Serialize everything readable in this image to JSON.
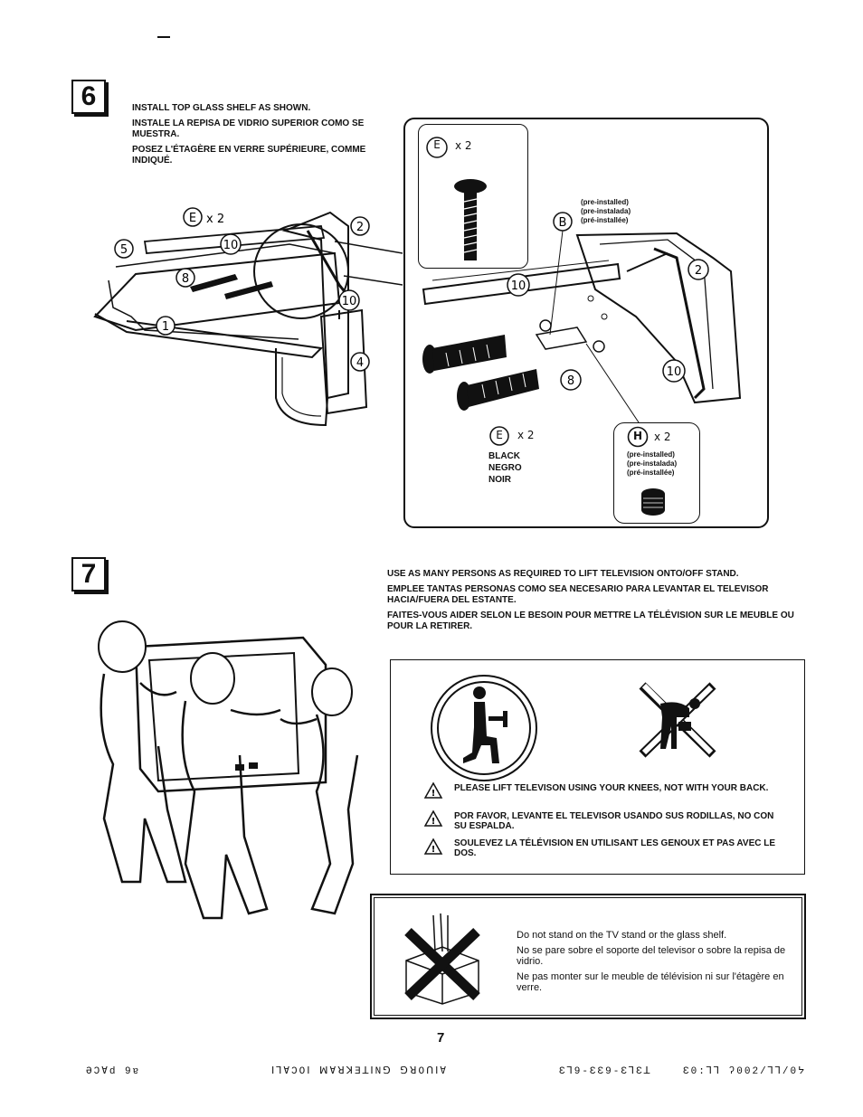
{
  "step6": {
    "number": "6",
    "instructions": [
      "INSTALL TOP GLASS SHELF AS SHOWN.",
      "INSTALE LA REPISA DE VIDRIO SUPERIOR COMO SE MUESTRA.",
      "POSEZ L'ÉTAGÈRE EN VERRE SUPÉRIEURE, COMME INDIQUÉ."
    ],
    "left_diagram": {
      "hardware_label": "x 2",
      "hardware_letter": "E",
      "callouts": [
        "1",
        "2",
        "4",
        "5",
        "8",
        "10",
        "10"
      ]
    },
    "detail": {
      "top_hw_letter": "E",
      "top_hw_count": "x 2",
      "preinstalled": [
        "(pre-installed)",
        "(pre-instalada)",
        "(pré-installée)"
      ],
      "b_letter": "B",
      "callouts": [
        "10",
        "2",
        "10",
        "8"
      ],
      "bottom_hw_letter": "E",
      "bottom_hw_count": "x 2",
      "color_labels": [
        "BLACK",
        "NEGRO",
        "NOIR"
      ],
      "h_letter": "H",
      "h_count": "x 2",
      "h_preinstalled": [
        "(pre-installed)",
        "(pre-instalada)",
        "(pré-installée)"
      ]
    }
  },
  "step7": {
    "number": "7",
    "instructions": [
      "USE AS MANY PERSONS AS REQUIRED TO LIFT TELEVISION ONTO/OFF STAND.",
      "EMPLEE TANTAS PERSONAS COMO SEA NECESARIO PARA LEVANTAR EL TELEVISOR HACIA/FUERA DEL ESTANTE.",
      "FAITES-VOUS AIDER SELON LE BESOIN POUR METTRE LA TÉLÉVISION SUR LE MEUBLE OU POUR LA RETIRER."
    ],
    "warnings": [
      "PLEASE LIFT TELEVISON USING YOUR KNEES, NOT WITH YOUR BACK.",
      "POR FAVOR, LEVANTE EL TELEVISOR USANDO SUS RODILLAS, NO CON SU ESPALDA.",
      "SOULEVEZ LA TÉLÉVISION EN UTILISANT LES GENOUX ET PAS AVEC LE DOS."
    ],
    "danger": [
      "Do not stand on the TV stand or the glass shelf.",
      "No se pare sobre el soporte del televisor o sobre la repisa de vidrio.",
      "Ne pas monter sur le meuble de télévision ni sur l'étagère en verre."
    ]
  },
  "page_number": "7",
  "footer": {
    "left": "ƏƆⱯd  9ɐ",
    "middle": "ⅠꞀⱯƆOⅠ ꟽⱯꓤꓘƎꓕⅠNꓨ ⅁ꓤOꓵⅠ∀",
    "right_code": "ƐꞀ9-ƐƐ9-ƐꞀƐꓕ",
    "right_time": "Ɛ0:ꞀꞀ  ʔ002/ꞀꞀ/0ᔭ"
  },
  "colors": {
    "ink": "#111111",
    "paper": "#ffffff"
  },
  "icons": [
    "warning-triangle-icon",
    "lift-with-knees-icon",
    "no-lift-with-back-icon",
    "no-standing-icon"
  ]
}
